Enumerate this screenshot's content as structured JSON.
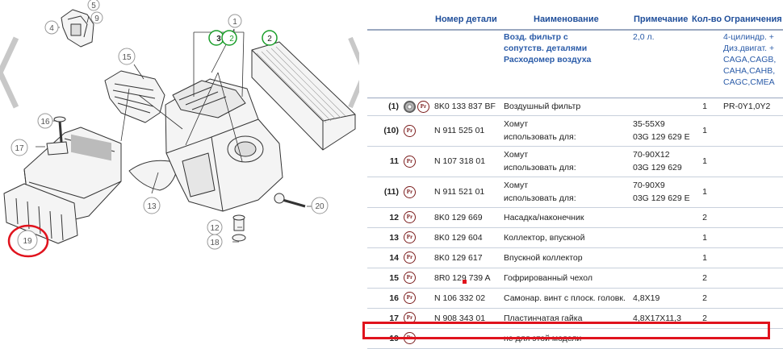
{
  "table": {
    "headers": {
      "part_number": "Номер детали",
      "name": "Наименование",
      "note": "Примечание",
      "qty": "Кол-во",
      "restrictions": "Ограничения"
    },
    "main_row": {
      "name_lines": [
        "Возд. фильтр с",
        "сопутств. деталями",
        "Расходомер воздуха"
      ],
      "note": "2,0 л.",
      "restriction_lines": [
        "4-цилиндр. +",
        "Диз.двигат. +",
        "CAGA,CAGB,",
        "CAHA,CAHB,",
        "CAGC,CMEA"
      ]
    },
    "rows": [
      {
        "pos": "(1)",
        "disc": true,
        "part": "8K0 133 837 BF",
        "name": "Воздушный фильтр",
        "name2": "",
        "note": "",
        "note2": "",
        "qty": "1",
        "restr": "PR-0Y1,0Y2"
      },
      {
        "pos": "(10)",
        "disc": false,
        "part": "N 911 525 01",
        "name": "Хомут",
        "name2": "использовать для:",
        "note": "35-55X9",
        "note2": "03G 129 629 E",
        "qty": "1",
        "restr": ""
      },
      {
        "pos": "11",
        "disc": false,
        "part": "N 107 318 01",
        "name": "Хомут",
        "name2": "использовать для:",
        "note": "70-90X12",
        "note2": "03G 129 629",
        "qty": "1",
        "restr": ""
      },
      {
        "pos": "(11)",
        "disc": false,
        "part": "N 911 521 01",
        "name": "Хомут",
        "name2": "использовать для:",
        "note": "70-90X9",
        "note2": "03G 129 629 E",
        "qty": "1",
        "restr": ""
      },
      {
        "pos": "12",
        "disc": false,
        "part": "8K0 129 669",
        "name": "Насадка/наконечник",
        "name2": "",
        "note": "",
        "note2": "",
        "qty": "2",
        "restr": ""
      },
      {
        "pos": "13",
        "disc": false,
        "part": "8K0 129 604",
        "name": "Коллектор, впускной",
        "name2": "",
        "note": "",
        "note2": "",
        "qty": "1",
        "restr": ""
      },
      {
        "pos": "14",
        "disc": false,
        "part": "8K0 129 617",
        "name": "Впускной коллектор",
        "name2": "",
        "note": "",
        "note2": "",
        "qty": "1",
        "restr": ""
      },
      {
        "pos": "15",
        "disc": false,
        "part": "8R0 129 739 A",
        "name": "Гофрированный чехол",
        "name2": "",
        "note": "",
        "note2": "",
        "qty": "2",
        "restr": ""
      },
      {
        "pos": "16",
        "disc": false,
        "part": "N 106 332 02",
        "name": "Самонар. винт с плоск. головк.",
        "name2": "",
        "note": "4,8X19",
        "note2": "",
        "qty": "2",
        "restr": ""
      },
      {
        "pos": "17",
        "disc": false,
        "part": "N 908 343 01",
        "name": "Пластинчатая гайка",
        "name2": "",
        "note": "4,8X17X11,3",
        "note2": "",
        "qty": "2",
        "restr": ""
      },
      {
        "pos": "19",
        "disc": false,
        "part": "",
        "name": "не для этой модели",
        "name2": "",
        "note": "",
        "note2": "",
        "qty": "",
        "restr": ""
      }
    ],
    "pr_label": "Pr"
  },
  "diagram": {
    "callouts": [
      "1",
      "2",
      "3",
      "4",
      "5",
      "9",
      "12",
      "13",
      "15",
      "16",
      "17",
      "18",
      "19",
      "20"
    ],
    "callout_3_text": "3",
    "callout_3_suffix": "2"
  },
  "colors": {
    "header_blue": "#1f4e9a",
    "highlight_red": "#e0131d",
    "green_circle": "#1a9e2a"
  }
}
